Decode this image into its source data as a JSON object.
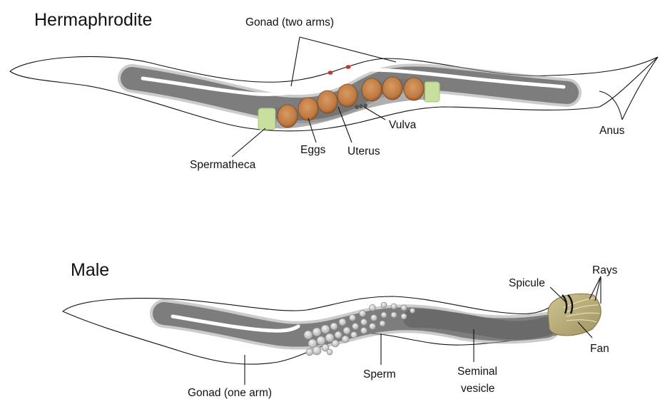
{
  "hermaphrodite": {
    "title": "Hermaphrodite",
    "labels": {
      "gonad": "Gonad (two arms)",
      "vulva": "Vulva",
      "anus": "Anus",
      "eggs": "Eggs",
      "uterus": "Uterus",
      "spermatheca": "Spermatheca"
    }
  },
  "male": {
    "title": "Male",
    "labels": {
      "rays": "Rays",
      "spicule": "Spicule",
      "fan": "Fan",
      "sperm": "Sperm",
      "seminal_vesicle_line1": "Seminal",
      "seminal_vesicle_line2": "vesicle",
      "gonad": "Gonad (one arm)"
    }
  },
  "colors": {
    "gonad": "#7d7d7d",
    "egg": "#c8854a",
    "spermatheca": "#c9df9e",
    "fan": "#b8ad7a",
    "marker": "#c0392b"
  }
}
